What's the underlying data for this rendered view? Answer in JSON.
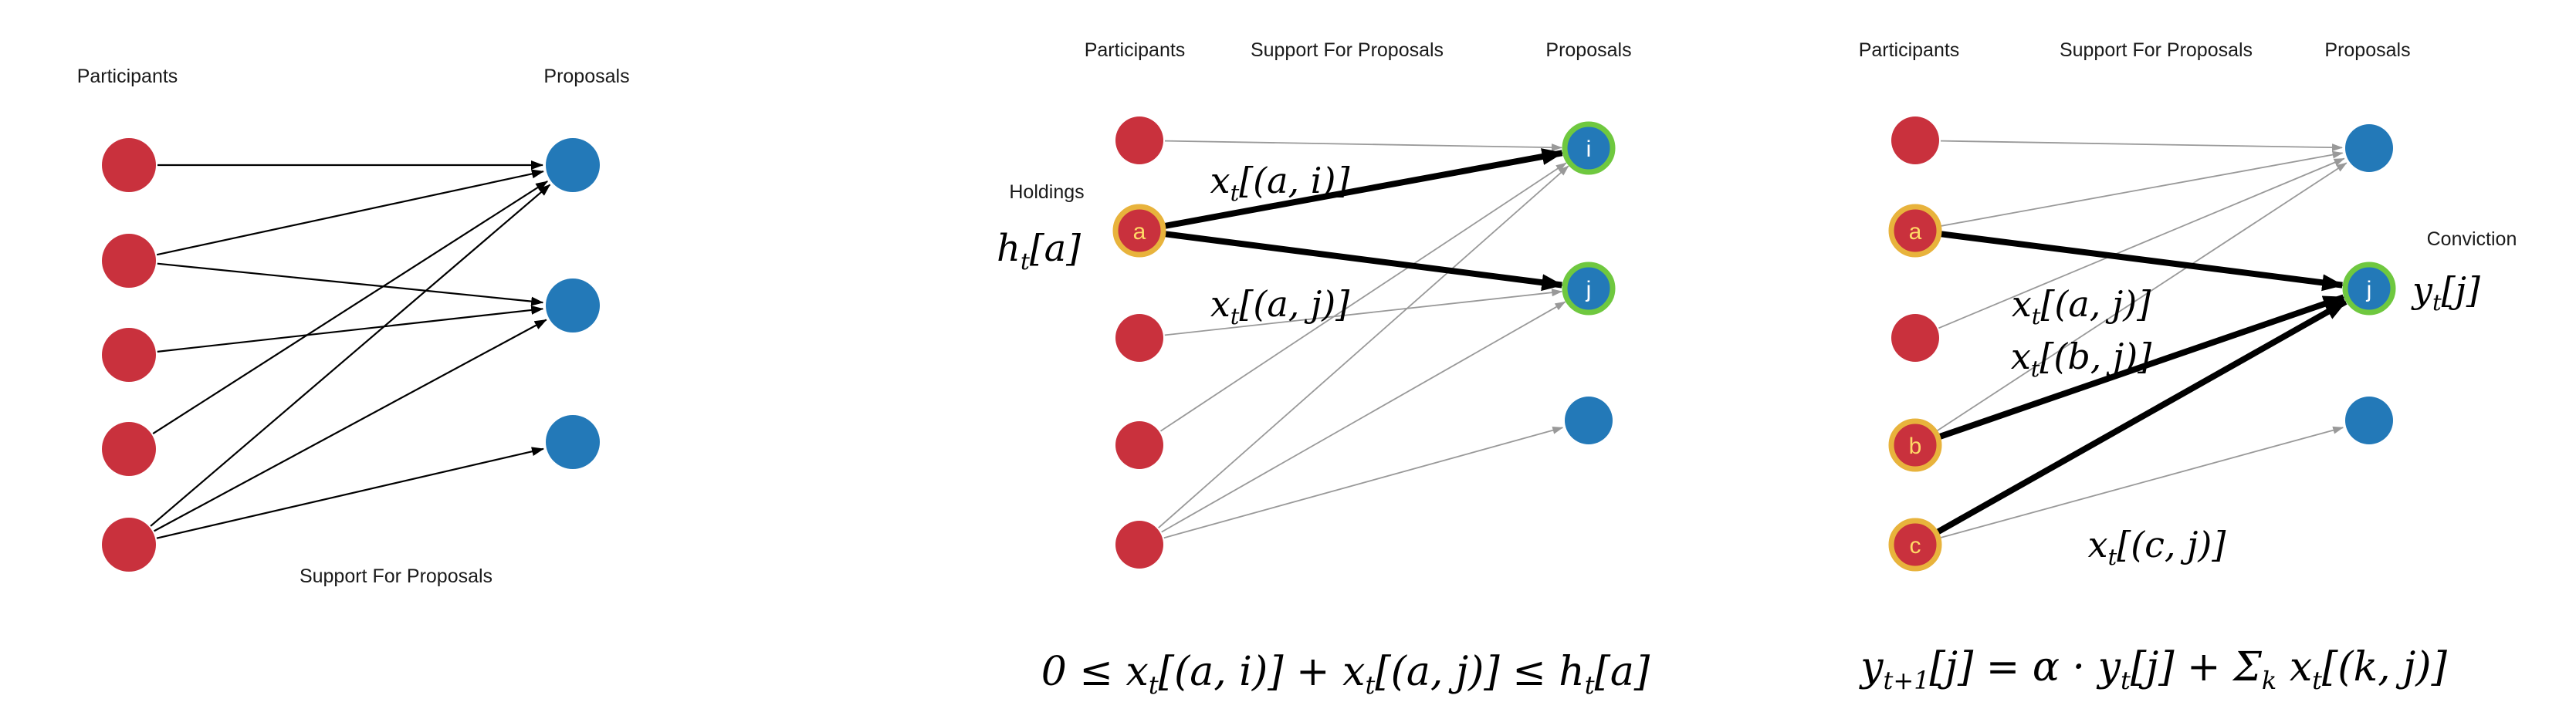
{
  "colors": {
    "participant_fill": "#c9313d",
    "proposal_fill": "#2379b8",
    "holder_ring": "#e8b33c",
    "holder_letter": "#ffd966",
    "selected_ring": "#6fc83f",
    "selected_letter": "#ffffff",
    "edge": "#000000",
    "edge_muted": "#999999"
  },
  "panels": [
    {
      "name": "support-overview",
      "labels": {
        "participants": "Participants",
        "proposals": "Proposals",
        "support": "Support For Proposals"
      },
      "participants": [
        {},
        {},
        {},
        {},
        {}
      ],
      "proposals": [
        {},
        {},
        {}
      ],
      "edges": [
        {
          "from": 0,
          "to": 0,
          "style": "solid"
        },
        {
          "from": 1,
          "to": 0,
          "style": "solid"
        },
        {
          "from": 1,
          "to": 1,
          "style": "solid"
        },
        {
          "from": 2,
          "to": 1,
          "style": "solid"
        },
        {
          "from": 3,
          "to": 0,
          "style": "solid"
        },
        {
          "from": 4,
          "to": 0,
          "style": "solid"
        },
        {
          "from": 4,
          "to": 1,
          "style": "solid"
        },
        {
          "from": 4,
          "to": 2,
          "style": "solid"
        }
      ]
    },
    {
      "name": "holdings-allocation",
      "labels": {
        "participants": "Participants",
        "support": "Support For Proposals",
        "proposals": "Proposals",
        "holdings": "Holdings"
      },
      "participants": [
        {},
        {
          "label": "a",
          "ring": "holder"
        },
        {},
        {},
        {}
      ],
      "proposals": [
        {
          "label": "i",
          "ring": "selected"
        },
        {
          "label": "j",
          "ring": "selected"
        },
        {}
      ],
      "edges": [
        {
          "from": 0,
          "to": 0,
          "style": "muted"
        },
        {
          "from": 2,
          "to": 1,
          "style": "muted"
        },
        {
          "from": 3,
          "to": 0,
          "style": "muted"
        },
        {
          "from": 4,
          "to": 0,
          "style": "muted"
        },
        {
          "from": 4,
          "to": 1,
          "style": "muted"
        },
        {
          "from": 4,
          "to": 2,
          "style": "muted"
        },
        {
          "from": 1,
          "to": 0,
          "style": "thick"
        },
        {
          "from": 1,
          "to": 1,
          "style": "thick"
        }
      ],
      "math": {
        "holdings_value": "h_t[a]",
        "edge_ai": "x_t[(a, i)]",
        "edge_aj": "x_t[(a, j)]",
        "constraint": "0 ≤ x_t[(a, i)] + x_t[(a, j)] ≤ h_t[a]"
      }
    },
    {
      "name": "conviction-update",
      "labels": {
        "participants": "Participants",
        "support": "Support For Proposals",
        "proposals": "Proposals",
        "conviction": "Conviction"
      },
      "participants": [
        {},
        {
          "label": "a",
          "ring": "holder"
        },
        {},
        {
          "label": "b",
          "ring": "holder"
        },
        {
          "label": "c",
          "ring": "holder"
        }
      ],
      "proposals": [
        {},
        {
          "label": "j",
          "ring": "selected"
        },
        {}
      ],
      "edges": [
        {
          "from": 0,
          "to": 0,
          "style": "muted"
        },
        {
          "from": 1,
          "to": 0,
          "style": "muted"
        },
        {
          "from": 2,
          "to": 0,
          "style": "muted"
        },
        {
          "from": 3,
          "to": 0,
          "style": "muted"
        },
        {
          "from": 4,
          "to": 2,
          "style": "muted"
        },
        {
          "from": 1,
          "to": 1,
          "style": "thick"
        },
        {
          "from": 3,
          "to": 1,
          "style": "thick"
        },
        {
          "from": 4,
          "to": 1,
          "style": "thick"
        }
      ],
      "math": {
        "edge_aj": "x_t[(a, j)]",
        "edge_bj": "x_t[(b, j)]",
        "edge_cj": "x_t[(c, j)]",
        "conviction_value": "y_t[j]",
        "update": "y_{t+1}[j] = α · y_t[j] + Σ_k x_t[(k, j)]"
      }
    }
  ]
}
